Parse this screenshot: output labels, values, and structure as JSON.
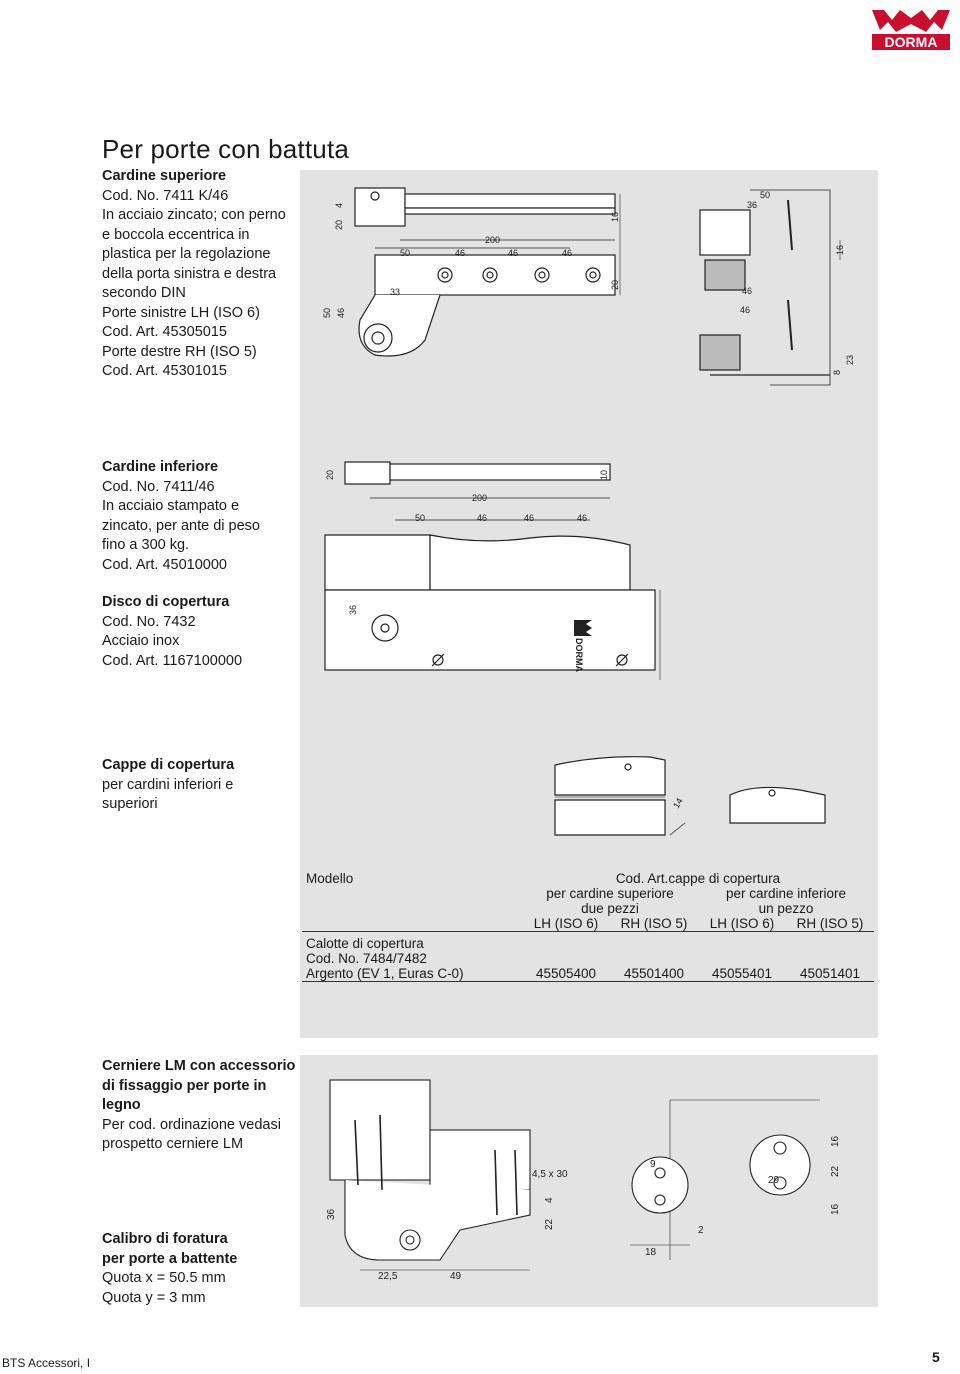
{
  "logo": {
    "text": "DORMA",
    "color": "#c8102e"
  },
  "title": "Per porte con battuta",
  "sections": {
    "upper": {
      "heading": "Cardine superiore",
      "lines": [
        "Cod. No. 7411 K/46",
        "In acciaio zincato; con perno",
        "e boccola eccentrica in",
        "plastica per la regolazione",
        "della porta sinistra e destra",
        "secondo DIN",
        "Porte sinistre LH (ISO 6)",
        "Cod. Art. 45305015",
        "Porte destre RH (ISO 5)",
        "Cod. Art. 45301015"
      ]
    },
    "lower": {
      "heading": "Cardine inferiore",
      "lines": [
        "Cod. No. 7411/46",
        "In acciaio stampato e",
        "zincato, per ante di peso",
        "fino a 300 kg.",
        "Cod. Art. 45010000"
      ]
    },
    "disc": {
      "heading": "Disco di copertura",
      "lines": [
        "Cod. No. 7432",
        "Acciaio inox",
        "Cod. Art. 1167100000"
      ]
    },
    "caps": {
      "heading": "Cappe di copertura",
      "lines": [
        "per cardini inferiori e",
        "superiori"
      ]
    },
    "lm": {
      "heading_lines": [
        "Cerniere LM con accessorio",
        "di fissaggio per porte in",
        "legno"
      ],
      "lines": [
        "Per cod. ordinazione vedasi",
        "prospetto cerniere LM"
      ]
    },
    "gauge": {
      "heading_lines": [
        "Calibro di foratura",
        "per porte a battente"
      ],
      "lines": [
        "Quota x = 50.5 mm",
        "Quota y = 3 mm"
      ]
    }
  },
  "table": {
    "modello": "Modello",
    "cod_art": "Cod. Art.cappe di copertura",
    "sup": "per cardine superiore",
    "inf": "per cardine inferiore",
    "sup_sub": "due pezzi",
    "inf_sub": "un pezzo",
    "cols": [
      "LH (ISO 6)",
      "RH (ISO 5)",
      "LH (ISO 6)",
      "RH (ISO 5)"
    ],
    "row_label_1": "Calotte di copertura",
    "row_label_2": "Cod. No. 7484/7482",
    "row_label_3": "Argento (EV 1, Euras C-0)",
    "values": [
      "45505400",
      "45501400",
      "45055401",
      "45051401"
    ]
  },
  "dims": {
    "upper": [
      "20",
      "4",
      "200",
      "50",
      "46",
      "46",
      "46",
      "16",
      "33",
      "50",
      "46",
      "20",
      "50",
      "36",
      "16",
      "46",
      "46",
      "8",
      "23"
    ],
    "lower": [
      "20",
      "200",
      "10",
      "50",
      "46",
      "46",
      "46",
      "36"
    ],
    "caps": [
      "14"
    ],
    "lm": [
      "36",
      "4,5 x 30",
      "4",
      "22",
      "22,5",
      "49",
      "9",
      "29",
      "16",
      "22",
      "16",
      "2",
      "18"
    ]
  },
  "disc_logo_text": "DORMA",
  "footer": {
    "left": "BTS Accessori, I",
    "page": "5"
  }
}
